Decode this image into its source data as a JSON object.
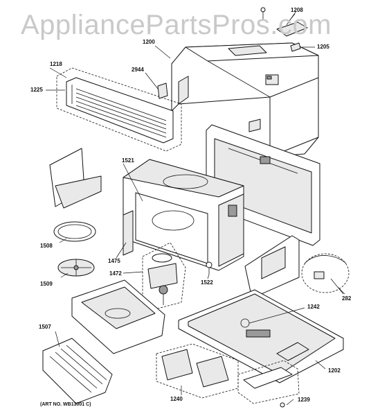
{
  "watermark": "AppliancePartsPros.com",
  "art_note": "(ART NO. WB13001 C)",
  "callouts": {
    "c1208": "1208",
    "c1200": "1200",
    "c1205": "1205",
    "c1218": "1218",
    "c2944": "2944",
    "c1225": "1225",
    "c1521": "1521",
    "c1508": "1508",
    "c1475": "1475",
    "c1509": "1509",
    "c1472": "1472",
    "c1522": "1522",
    "c282": "282",
    "c1242": "1242",
    "c1507": "1507",
    "c1202": "1202",
    "c1240": "1240",
    "c1239": "1239"
  }
}
